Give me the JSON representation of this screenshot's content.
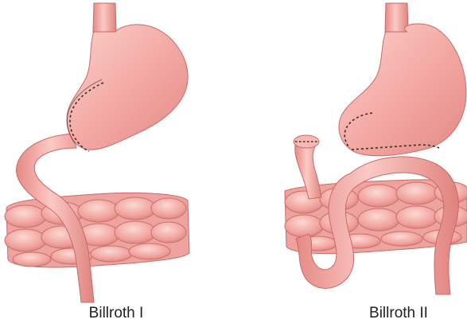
{
  "captions": {
    "left": "Billroth I",
    "right": "Billroth II"
  },
  "colors": {
    "organ_fill": "#f2a4a0",
    "organ_highlight": "#fbd2cd",
    "organ_shadow": "#d87a78",
    "outline": "#c86a68",
    "suture": "#3a2a2a",
    "background": "#ffffff",
    "caption_text": "#222222"
  },
  "icons": {
    "left_panel": "billroth-i-illustration",
    "right_panel": "billroth-ii-illustration"
  }
}
